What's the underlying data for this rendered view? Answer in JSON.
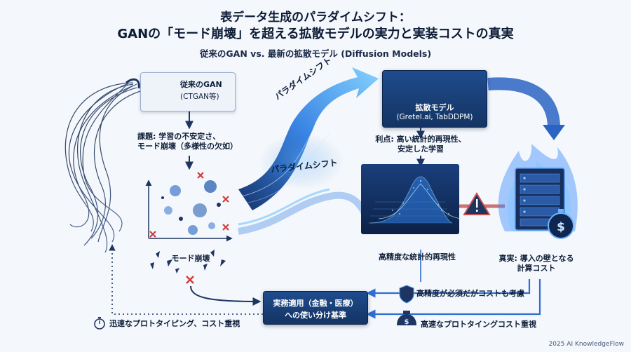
{
  "header": {
    "title_line1": "表データ生成のパラダイムシフト：",
    "title_line2": "GANの「モード崩壊」を超える拡散モデルの実力と実装コストの真実",
    "subtitle": "従来のGAN vs. 最新の拡散モデル (Diffusion Models)"
  },
  "gan": {
    "box_line1": "従来のGAN",
    "box_line2": "(CTGAN等)",
    "issue_line1": "課題: 学習の不安定さ、",
    "issue_line2": "モード崩壊（多様性の欠如）",
    "collapse_label": "モード崩壊"
  },
  "shift": {
    "label_upper": "パラダイムシフト",
    "label_lower": "パラダイムシフト"
  },
  "diffusion": {
    "box_line1": "拡散モデル",
    "box_line2": "(Gretel.ai, TabDDPM)",
    "benefit_line1": "利点: 高い統計的再現性、",
    "benefit_line2": "安定した学習",
    "result_label": "高精度な統計的再現性"
  },
  "cost": {
    "label_line1": "真実: 導入の壁となる",
    "label_line2": "計算コスト"
  },
  "decision": {
    "box_line1": "実務適用（金融・医療）",
    "box_line2": "への使い分け基準",
    "high_precision_note": "高精度が必須だがコストも考慮",
    "fast_note_right": "高速なプロトタイングコスト重視",
    "fast_note_left": "迅速なプロトタイピング、コスト重視"
  },
  "footer": {
    "credit": "2025 AI KnowledgeFlow"
  },
  "colors": {
    "navy": "#143463",
    "accent_blue": "#2f7de1",
    "alert_red": "#d23b3b"
  }
}
